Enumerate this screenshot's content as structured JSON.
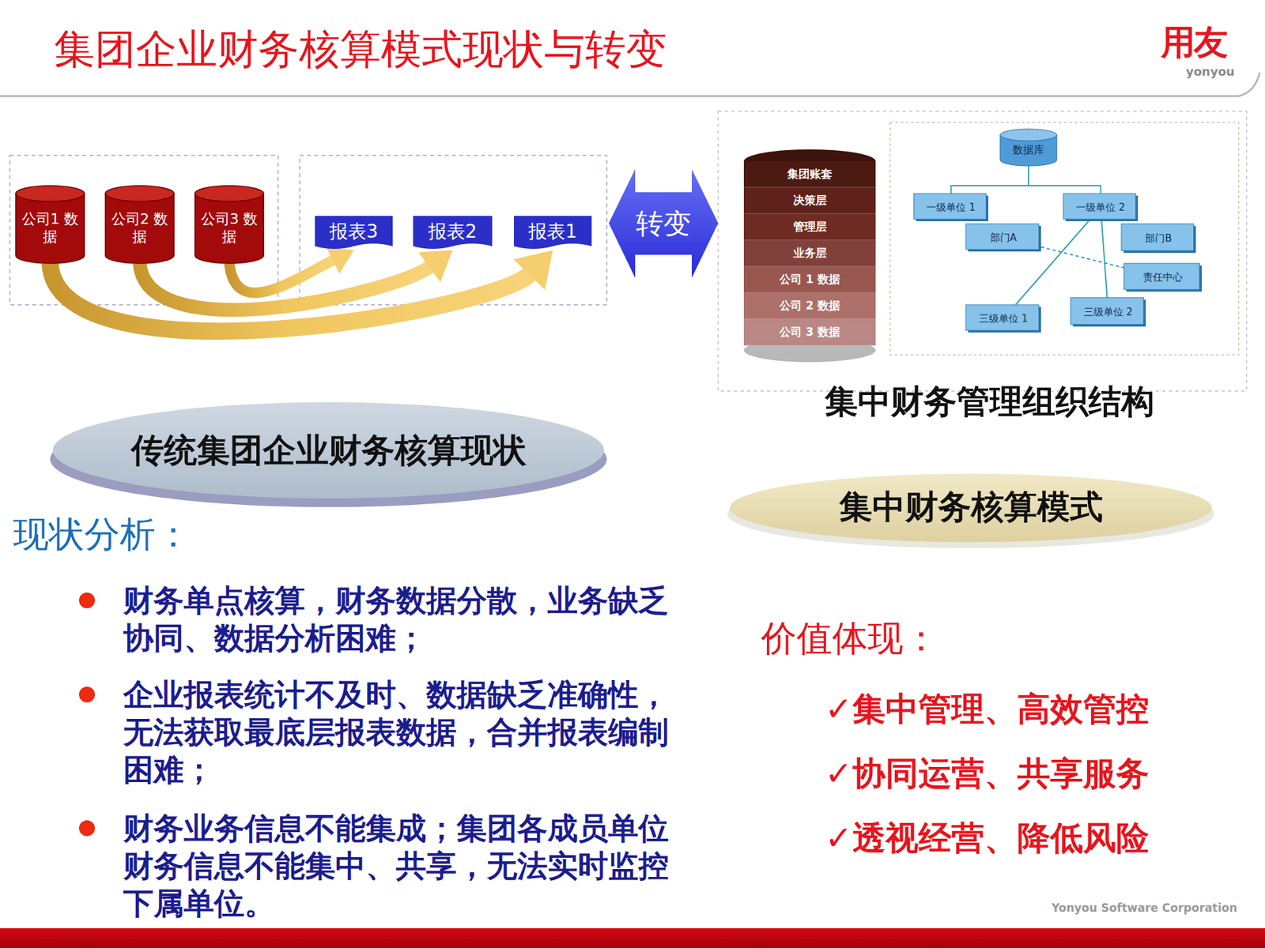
{
  "diagram": {
    "title": "集团企业财务核算模式现状与转变",
    "nodes": [
      {
        "text": [
          "公司1 数据"
        ]
      },
      {
        "text": [
          "公司2 数据"
        ]
      },
      {
        "text": [
          "公司3 数据"
        ]
      },
      {
        "text": [
          "报表3"
        ]
      },
      {
        "text": [
          "报表2"
        ]
      },
      {
        "text": [
          "报表1"
        ]
      },
      {
        "text": [
          "转变"
        ]
      },
      {
        "text": [
          "集团账套"
        ]
      },
      {
        "text": [
          "决策层"
        ]
      },
      {
        "text": [
          "管理层"
        ]
      },
      {
        "text": [
          "业务层"
        ]
      },
      {
        "text": [
          "公司 1 数据"
        ]
      },
      {
        "text": [
          "公司 2 数据"
        ]
      },
      {
        "text": [
          "公司 3 数据"
        ]
      },
      {
        "text": [
          "数据库"
        ]
      },
      {
        "text": [
          "一级单位 1"
        ]
      },
      {
        "text": [
          "一级单位 2"
        ]
      },
      {
        "text": [
          "部门A"
        ]
      },
      {
        "text": [
          "部门B"
        ]
      },
      {
        "text": [
          "责任中心"
        ]
      },
      {
        "text": [
          "三级单位 1"
        ]
      },
      {
        "text": [
          "三级单位 2"
        ]
      },
      {
        "text": [
          "传统集团企业财务核算现状"
        ]
      },
      {
        "text": [
          "集中财务核算模式"
        ]
      }
    ],
    "edges": [
      {
        "from": 0,
        "to": 5,
        "arrow": "to"
      },
      {
        "from": 1,
        "to": 4,
        "arrow": "to"
      },
      {
        "from": 2,
        "to": 3,
        "arrow": "to"
      },
      {
        "from": 14,
        "to": 15,
        "arrow": "none"
      },
      {
        "from": 14,
        "to": 16,
        "arrow": "none"
      },
      {
        "from": 16,
        "to": 20,
        "arrow": "none"
      },
      {
        "from": 16,
        "to": 21,
        "arrow": "none"
      },
      {
        "from": 17,
        "to": 19,
        "arrow": "none"
      }
    ],
    "labels": [
      "用友",
      "yonyou",
      "集中财务管理组织结构",
      "现状分析：",
      "财务单点核算，财务数据分散，业务缺乏协同、数据分析困难；",
      "企业报表统计不及时、数据缺乏准确性，无法获取最底层报表数据，合并报表编制困难；",
      "财务业务信息不能集成；集团各成员单位财务信息不能集中、共享，无法实时监控下属单位。",
      "价值体现：",
      "✓集中管理、高效管控",
      "✓协同运营、共享服务",
      "✓透视经营、降低风险",
      "Yonyou Software Corporation"
    ]
  }
}
